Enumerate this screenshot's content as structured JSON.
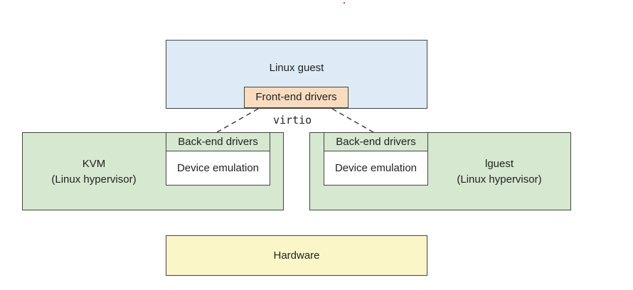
{
  "diagram": {
    "guest": {
      "title": "Linux guest",
      "frontend": "Front-end drivers"
    },
    "virtio_label": "virtio",
    "kvm": {
      "name": "KVM",
      "subtitle": "(Linux hypervisor)",
      "backend": "Back-end drivers",
      "emulation": "Device emulation"
    },
    "lguest": {
      "name": "lguest",
      "subtitle": "(Linux hypervisor)",
      "backend": "Back-end drivers",
      "emulation": "Device emulation"
    },
    "hardware": "Hardware"
  },
  "colors": {
    "guest_fill": "#deebf7",
    "hypervisor_fill": "#d6e8d0",
    "frontend_fill": "#f9dcbf",
    "hardware_fill": "#fbf6c8",
    "border": "#444444",
    "accent_dot": "#c00000"
  }
}
